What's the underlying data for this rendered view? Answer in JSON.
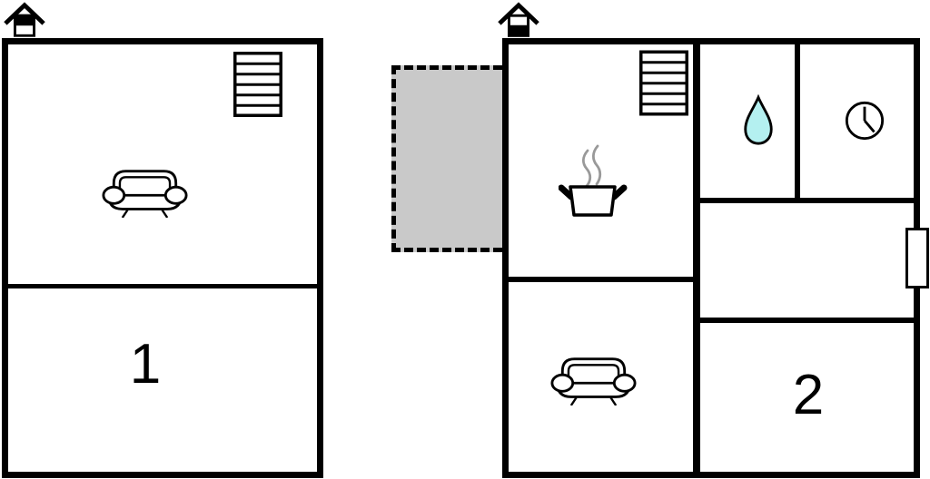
{
  "plan": {
    "type": "floor-plan",
    "background_color": "#ffffff",
    "wall_color": "#000000",
    "accent_colors": {
      "terrace_fill": "#c9c9c9",
      "water_drop_fill": "#b4f0f0",
      "steam_stroke": "#999999"
    },
    "units": {
      "unit1": {
        "label": "1",
        "icons": [
          "chimney-icon",
          "stairs-icon",
          "sofa-icon"
        ],
        "rooms": [
          "living-room-with-sofa",
          "room-1"
        ]
      },
      "unit2": {
        "label": "2",
        "icons": [
          "chimney-icon",
          "stairs-icon",
          "cooking-pot-icon",
          "water-drop-icon",
          "clock-icon",
          "sofa-icon"
        ],
        "rooms": [
          "kitchen",
          "bathroom",
          "clock-room",
          "hallway",
          "living-room-with-sofa",
          "room-2"
        ],
        "features": [
          "terrace-dashed-gray",
          "window-on-right-wall"
        ]
      }
    }
  }
}
